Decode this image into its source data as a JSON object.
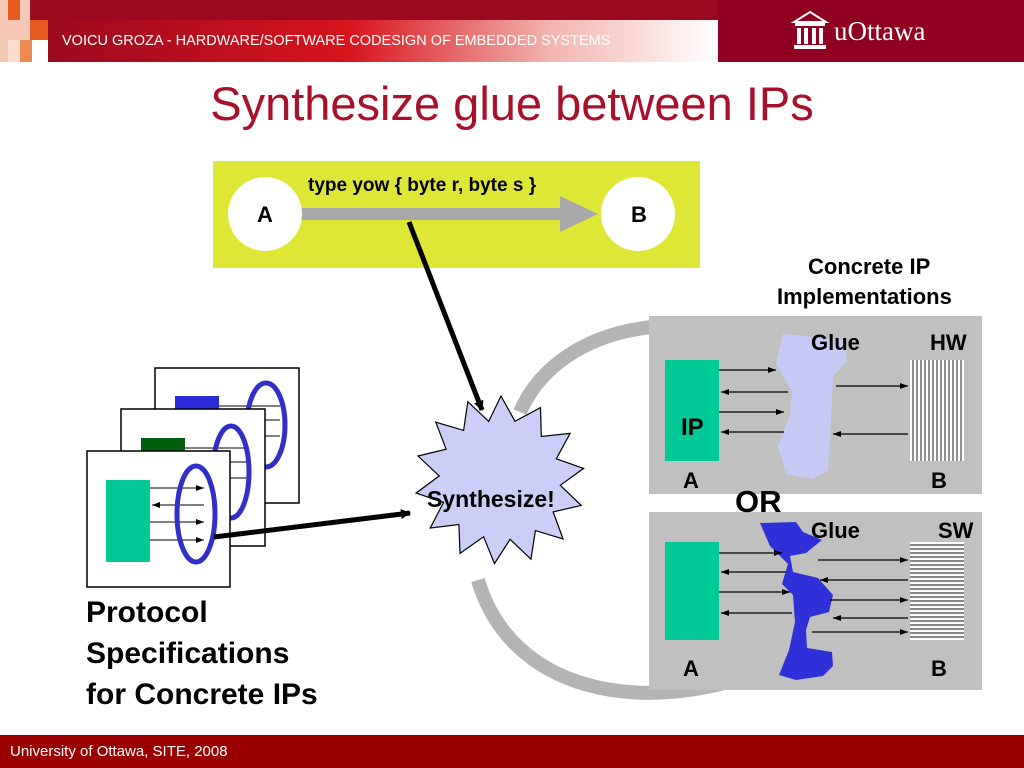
{
  "header": {
    "course": "VOICU GROZA - HARDWARE/SOFTWARE CODESIGN OF EMBEDDED SYSTEMS",
    "university_logo": "uOttawa"
  },
  "slide": {
    "title": "Synthesize glue between IPs"
  },
  "diagram": {
    "channel": {
      "type_decl": "type yow { byte r, byte s }",
      "node_a": "A",
      "node_b": "B"
    },
    "synth_label": "Synthesize!",
    "concrete_title_line1": "Concrete IP",
    "concrete_title_line2": "Implementations",
    "hw_panel": {
      "glue": "Glue",
      "kind": "HW",
      "ip": "IP",
      "a": "A",
      "b": "B"
    },
    "or_label": "OR",
    "sw_panel": {
      "glue": "Glue",
      "kind": "SW",
      "a": "A",
      "b": "B"
    },
    "protocol_line1": "Protocol",
    "protocol_line2": "Specifications",
    "protocol_line3": "for Concrete IPs"
  },
  "footer": {
    "text": "University of Ottawa, SITE, 2008"
  },
  "colors": {
    "brand_red": "#8f0021",
    "title_red": "#a8102c",
    "channel_yellow": "#dfe736",
    "glue_light": "#c7c9f5",
    "glue_dark": "#3030d8",
    "ip_green": "#00c896",
    "panel_gray": "#c0c0c0"
  }
}
